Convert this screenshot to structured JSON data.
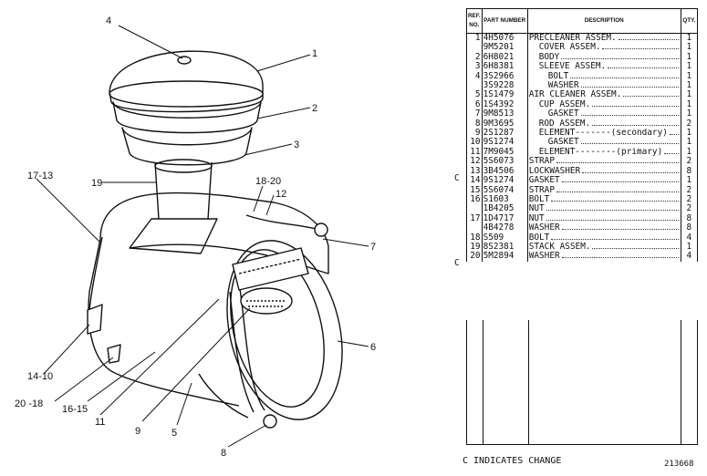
{
  "table": {
    "headers": {
      "ref": "REF. NO.",
      "part": "PART NUMBER",
      "desc": "DESCRIPTION",
      "qty": "QTY."
    },
    "rows": [
      {
        "ref": "1",
        "part": "4H5076",
        "desc": "PRECLEANER ASSEM.",
        "qty": "1",
        "indent": 0,
        "change": ""
      },
      {
        "ref": "",
        "part": "9M5201",
        "desc": "COVER ASSEM.",
        "qty": "1",
        "indent": 1,
        "change": ""
      },
      {
        "ref": "2",
        "part": "6H8021",
        "desc": "BODY",
        "qty": "1",
        "indent": 1,
        "change": ""
      },
      {
        "ref": "3",
        "part": "6H8381",
        "desc": "SLEEVE ASSEM.",
        "qty": "1",
        "indent": 1,
        "change": ""
      },
      {
        "ref": "4",
        "part": "3S2966",
        "desc": "BOLT",
        "qty": "1",
        "indent": 2,
        "change": ""
      },
      {
        "ref": "",
        "part": "3S9228",
        "desc": "WASHER",
        "qty": "1",
        "indent": 2,
        "change": ""
      },
      {
        "ref": "5",
        "part": "1S1479",
        "desc": "AIR CLEANER ASSEM.",
        "qty": "1",
        "indent": 0,
        "change": ""
      },
      {
        "ref": "6",
        "part": "1S4392",
        "desc": "CUP ASSEM.",
        "qty": "1",
        "indent": 1,
        "change": ""
      },
      {
        "ref": "7",
        "part": "9M8513",
        "desc": "GASKET",
        "qty": "1",
        "indent": 2,
        "change": ""
      },
      {
        "ref": "8",
        "part": "9M3695",
        "desc": "ROD ASSEM.",
        "qty": "2",
        "indent": 1,
        "change": ""
      },
      {
        "ref": "9",
        "part": "2S1287",
        "desc": "ELEMENT-------(secondary)",
        "qty": "1",
        "indent": 1,
        "change": ""
      },
      {
        "ref": "10",
        "part": "9S1274",
        "desc": "GASKET",
        "qty": "1",
        "indent": 2,
        "change": ""
      },
      {
        "ref": "11",
        "part": "7M9045",
        "desc": "ELEMENT--------(primary)",
        "qty": "1",
        "indent": 1,
        "change": ""
      },
      {
        "ref": "12",
        "part": "5S6073",
        "desc": "STRAP",
        "qty": "2",
        "indent": 0,
        "change": ""
      },
      {
        "ref": "13",
        "part": "3B4506",
        "desc": "LOCKWASHER",
        "qty": "8",
        "indent": 0,
        "change": "C"
      },
      {
        "ref": "14",
        "part": "9S1274",
        "desc": "GASKET",
        "qty": "1",
        "indent": 0,
        "change": ""
      },
      {
        "ref": "15",
        "part": "5S6074",
        "desc": "STRAP",
        "qty": "2",
        "indent": 0,
        "change": ""
      },
      {
        "ref": "16",
        "part": "S1603",
        "desc": "BOLT",
        "qty": "2",
        "indent": 0,
        "change": ""
      },
      {
        "ref": "",
        "part": "1B4205",
        "desc": "NUT",
        "qty": "2",
        "indent": 0,
        "change": ""
      },
      {
        "ref": "17",
        "part": "1D4717",
        "desc": "NUT",
        "qty": "8",
        "indent": 0,
        "change": ""
      },
      {
        "ref": "",
        "part": "4B4278",
        "desc": "WASHER",
        "qty": "8",
        "indent": 0,
        "change": ""
      },
      {
        "ref": "18",
        "part": "S509",
        "desc": "BOLT",
        "qty": "4",
        "indent": 0,
        "change": ""
      },
      {
        "ref": "19",
        "part": "8S2381",
        "desc": "STACK ASSEM.",
        "qty": "1",
        "indent": 0,
        "change": ""
      },
      {
        "ref": "20",
        "part": "5M2894",
        "desc": "WASHER",
        "qty": "4",
        "indent": 0,
        "change": "C"
      }
    ]
  },
  "callouts": {
    "c1": "1",
    "c2": "2",
    "c3": "3",
    "c4": "4",
    "c5": "5",
    "c6": "6",
    "c7": "7",
    "c8": "8",
    "c9": "9",
    "c11": "11",
    "c12": "12",
    "c19": "19",
    "c17_13": "17-13",
    "c18_20": "18-20",
    "c14_10": "14-10",
    "c20_18": "20 -18",
    "c16_15": "16-15"
  },
  "footnote": "C INDICATES CHANGE",
  "doc_number": "213668"
}
